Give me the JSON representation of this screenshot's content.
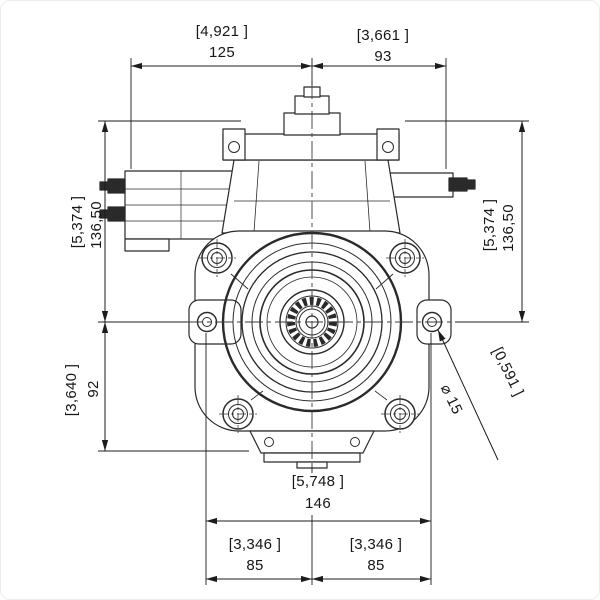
{
  "drawing": {
    "type": "technical-dimension-drawing-front-view",
    "dims": {
      "top_left": {
        "alt": "[4,921 ]",
        "main": "125"
      },
      "top_right": {
        "alt": "[3,661 ]",
        "main": "93"
      },
      "left_upper": {
        "alt": "[5,374 ]",
        "main": "136,50"
      },
      "left_lower": {
        "alt": "[3,640 ]",
        "main": "92"
      },
      "right_upper": {
        "alt": "[5,374 ]",
        "main": "136,50"
      },
      "bottom_width": {
        "alt": "[5,748 ]",
        "main": "146"
      },
      "bottom_left": {
        "alt": "[3,346 ]",
        "main": "85"
      },
      "bottom_right": {
        "alt": "[3,346 ]",
        "main": "85"
      },
      "hole_callout": {
        "alt": "[0,591 ]",
        "main": "⌀ 15"
      }
    },
    "colors": {
      "line": "#1c1c1c",
      "centerline": "#3a3a3a",
      "background": "#ffffff"
    }
  }
}
